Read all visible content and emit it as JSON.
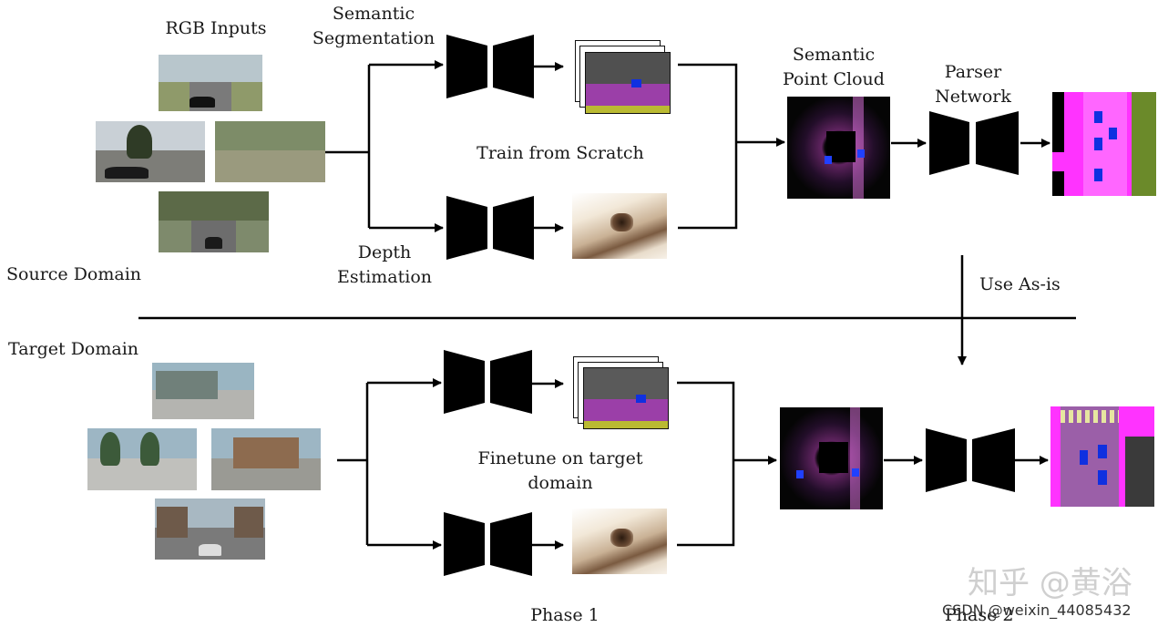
{
  "labels": {
    "rgb_inputs": "RGB Inputs",
    "semantic_segmentation_1": "Semantic",
    "semantic_segmentation_2": "Segmentation",
    "semantic_point_cloud_1": "Semantic",
    "semantic_point_cloud_2": "Point Cloud",
    "parser_network_1": "Parser",
    "parser_network_2": "Network",
    "train_from_scratch": "Train from Scratch",
    "depth_estimation_1": "Depth",
    "depth_estimation_2": "Estimation",
    "source_domain": "Source Domain",
    "use_as_is": "Use As-is",
    "target_domain": "Target Domain",
    "finetune_1": "Finetune on target",
    "finetune_2": "domain",
    "phase_1": "Phase 1",
    "phase_2": "Phase 2"
  },
  "watermarks": {
    "zhihu": "知乎 @黄浴",
    "csdn": "CSDN @weixin_44085432"
  },
  "colors": {
    "line": "#000000",
    "segmentation_road": "#9b3fa8",
    "bev_magenta": "#ff33ff",
    "bev_road_gray": "#3a3a3a",
    "vehicle_blue": "#1030e0",
    "vegetation_green": "#6b8a2a"
  }
}
